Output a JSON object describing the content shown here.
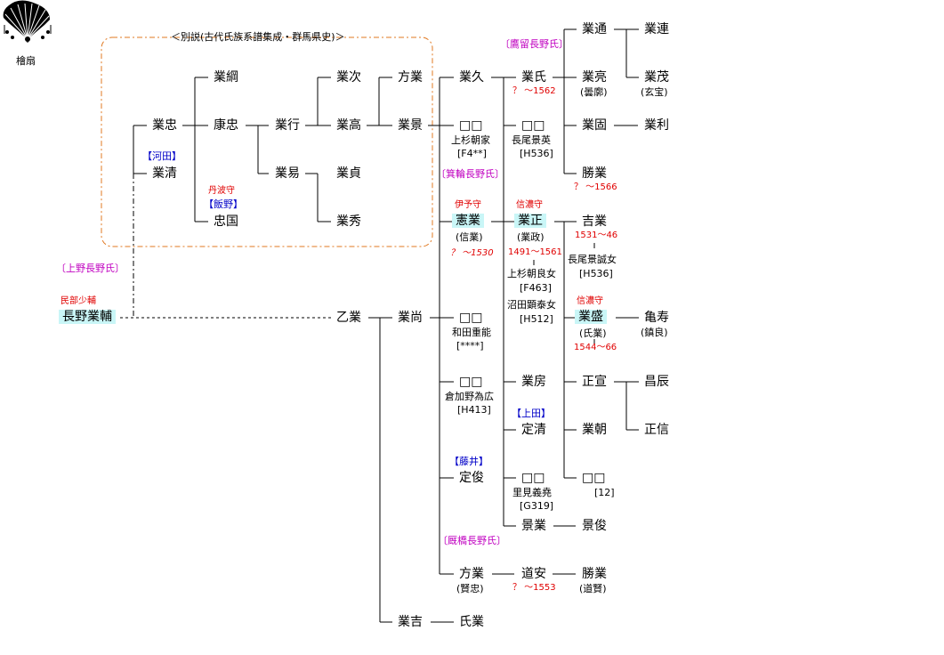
{
  "crest": {
    "label": "檜扇"
  },
  "alt_note": "＜別説(古代氏族系譜集成・群馬県史)＞",
  "people": {
    "nariyoshi": "業綱",
    "narichuu": "業忠",
    "narikiyo": "業清",
    "yasutada": "康忠",
    "tadakuni": "忠国",
    "nariyuki": "業行",
    "narieki": "業易",
    "naritsugu": "業次",
    "naritaka": "業高",
    "narisada": "業貞",
    "narihide": "業秀",
    "hougyou": "方業",
    "narikage": "業景",
    "narihisa": "業久",
    "nariuji": "業氏",
    "narimichi": "業通",
    "narisuke": "業亮",
    "narimura": "業連",
    "narishige_b": "業茂",
    "narikata": "業固",
    "naritoshi": "業利",
    "katsunari": "勝業",
    "kennari": "憲業",
    "narimasa": "業正",
    "yoshinari": "吉業",
    "narimori": "業盛",
    "kameju": "亀寿",
    "yasuke": "長野業輔",
    "otsunari": "乙業",
    "narinao": "業尚",
    "narifusa": "業房",
    "masanobu": "正宣",
    "shoshin": "昌辰",
    "sadakiyo": "定清",
    "naritomo": "業朝",
    "masanobu2": "正信",
    "sadatoshi": "定俊",
    "kagenari": "景業",
    "kagetoshi": "景俊",
    "hougyou2": "方業",
    "douan": "道安",
    "katsunari2": "勝業",
    "nariyoshi2": "業吉",
    "ujinari": "氏業",
    "blank1": "□□",
    "blank2": "□□",
    "blank3": "□□",
    "blank4": "□□",
    "blank5": "□□",
    "blank6": "□□"
  },
  "subs": {
    "sub_nariuji": "？ ～1562",
    "sub_narisuke": "(曇廓)",
    "sub_narimura": "(玄宝)",
    "sub_katsunari": "？ ～1566",
    "sub_b1a": "上杉朝家",
    "sub_b1b": "[F4**]",
    "sub_b2a": "長尾景英",
    "sub_b2b": "[H536]",
    "sub_kennari": "(信業)",
    "sub_kennari2": "？ ～1530",
    "sub_narimasa": "(業政)",
    "sub_narimasa2": "1491～1561",
    "sub_w1": "上杉朝良女",
    "sub_w1b": "[F463]",
    "sub_w2": "沼田顕泰女",
    "sub_w2b": "[H512]",
    "sub_yoshinari": "1531～46",
    "sub_y2": "長尾景誠女",
    "sub_y2b": "[H536]",
    "sub_narimori": "(氏業)",
    "sub_narimori2": "1544～66",
    "sub_kameju": "(鎮良)",
    "sub_b3a": "和田重能",
    "sub_b3b": "[****]",
    "sub_b4a": "倉加野為広",
    "sub_b4b": "[H413]",
    "sub_b5a": "里見義堯",
    "sub_b5b": "[G319]",
    "sub_b6": "[12]",
    "sub_hougyou2": "(賢忠)",
    "sub_douan": "？ ～1553",
    "sub_katsunari2": "(道賢)"
  },
  "titles": {
    "tanba": "丹波守",
    "iyo": "伊予守",
    "shinano1": "信濃守",
    "shinano2": "信濃守",
    "minbu": "民部少輔"
  },
  "branches": {
    "kawada": "【河田】",
    "iino": "【飯野】",
    "ueda": "【上田】",
    "fujii": "【藤井】",
    "uenonagano": "〔上野長野氏〕",
    "minowa": "〔箕輪長野氏〕",
    "takatome": "〔鷹留長野氏〕",
    "umayabashi": "〔厩橋長野氏〕"
  },
  "colors": {
    "highlight": "#c9f6f7",
    "red": "#e00000",
    "blue": "#0000c8",
    "magenta": "#c000c0",
    "box": "#e07820"
  }
}
